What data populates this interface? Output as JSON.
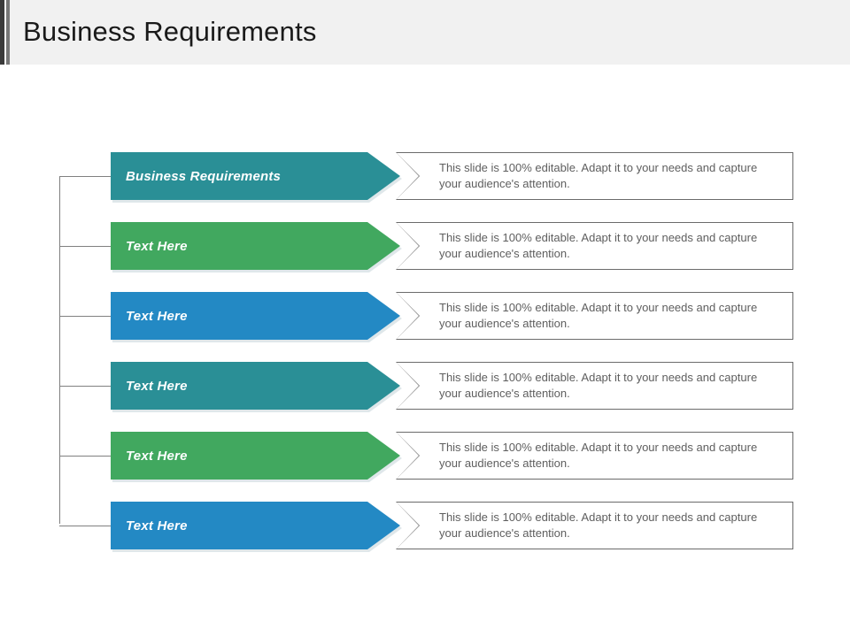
{
  "header": {
    "title": "Business Requirements",
    "background_color": "#f1f1f1",
    "accent_dark_color": "#3a3a3a",
    "accent_light_color": "#777777"
  },
  "diagram": {
    "type": "arrow-list",
    "connector_color": "#808080",
    "description_border_color": "#6b6b6b",
    "description_text_color": "#5e5e5e",
    "rows": [
      {
        "label": "Business Requirements",
        "color": "#2a8f96",
        "description": "This slide is 100% editable. Adapt it to your needs and capture your audience's attention."
      },
      {
        "label": "Text Here",
        "color": "#41a85f",
        "description": "This slide is 100% editable. Adapt it to your needs and capture your audience's attention."
      },
      {
        "label": "Text Here",
        "color": "#2389c4",
        "description": "This slide is 100% editable. Adapt it to your needs and capture your audience's attention."
      },
      {
        "label": "Text Here",
        "color": "#2a8f96",
        "description": "This slide is 100% editable. Adapt it to your needs and capture your audience's attention."
      },
      {
        "label": "Text Here",
        "color": "#41a85f",
        "description": "This slide is 100% editable. Adapt it to your needs and capture your audience's attention."
      },
      {
        "label": "Text Here",
        "color": "#2389c4",
        "description": "This slide is 100% editable. Adapt it to your needs and capture your audience's attention."
      }
    ]
  }
}
